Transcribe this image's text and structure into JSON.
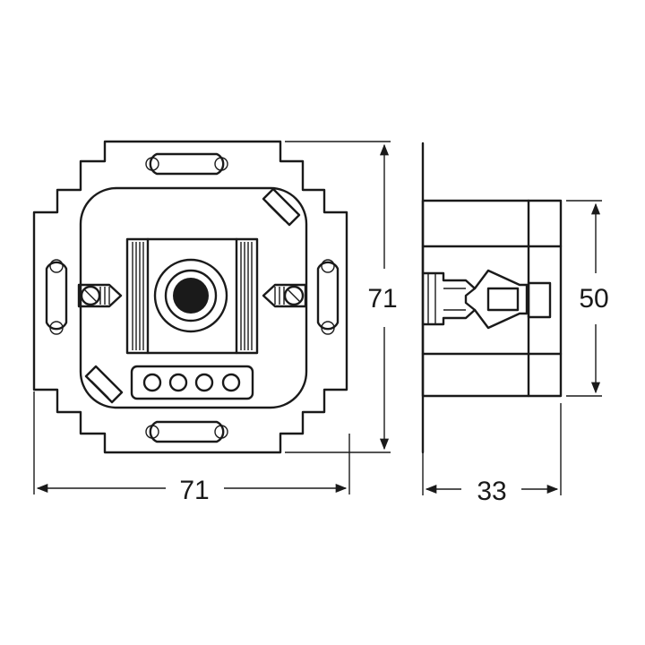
{
  "dimensions": {
    "front_width": "71",
    "front_height": "71",
    "side_depth": "33",
    "side_height": "50"
  },
  "colors": {
    "line": "#1a1a1a",
    "background": "#ffffff"
  }
}
